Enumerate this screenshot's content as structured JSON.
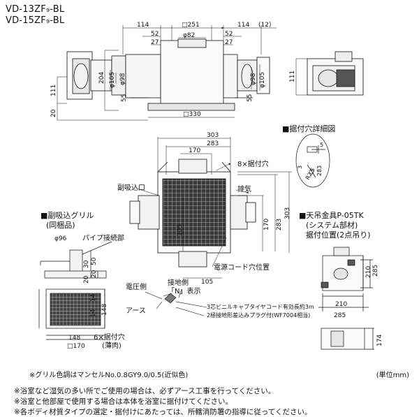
{
  "models": [
    "VD-13ZF₉-BL",
    "VD-15ZF₉-BL"
  ],
  "front_view": {
    "dims": {
      "side_left": "114",
      "top_width": "□251",
      "side_right": "114",
      "gap": "(12)",
      "side52_l": "52",
      "side52_r": "52",
      "side27_l": "27",
      "side27_r": "27",
      "center_duct": "φ82",
      "h204": "204",
      "h105": "φ105",
      "h98_l": "φ98",
      "h98_r": "φ98",
      "h105_r": "φ105",
      "h55_l": "55",
      "h55_r": "55",
      "h111": "111",
      "h20": "20",
      "bottom": "□330"
    }
  },
  "side_view": {
    "h111": "111"
  },
  "top_view": {
    "dims": {
      "w303": "303",
      "w283": "283",
      "w170": "170",
      "h170": "170",
      "h283": "283",
      "h303": "303",
      "h105": "105",
      "w105": "105"
    },
    "labels": {
      "mount_holes": "8×据付穴",
      "aux_inlet": "副吸込口",
      "exhaust": "排気",
      "cord_hole": "電源コード穴位置",
      "earth_side": "電圧側",
      "ground_side": "接地側",
      "n_mark": "「N」表示",
      "earth": "アース",
      "cord1": "3芯ビニルキャブタイヤコード有効長約3m",
      "cord2": "2極接地形差込みプラグ付(WF7004相当)"
    }
  },
  "hole_detail": {
    "title": "■据付穴詳細図",
    "dims": {
      "d5": "5",
      "d3": "3",
      "r": "R2.5",
      "d283": "283"
    }
  },
  "grille": {
    "title": "■副吸込グリル",
    "subtitle": "(同梱品)",
    "pipe_label": "パイプ接続部",
    "dims": {
      "d96": "φ96",
      "h50": "50",
      "h20a": "20",
      "h30": "30",
      "h20b": "20",
      "h14a": "14",
      "h14b": "14",
      "h148": "148",
      "w148": "148",
      "w170": "□170"
    },
    "holes": "6×据付穴",
    "holes_sub": "(薄肉)"
  },
  "hanger": {
    "title": "■天吊金具P-05TK",
    "sub1": "(システム部材)",
    "sub2": "据付位置(2点吊り)",
    "dims": {
      "h210": "210",
      "h285": "285",
      "w210": "210",
      "w285": "285",
      "h174": "174"
    }
  },
  "grille_note": "※グリル色調はマンセルNo.0.8GY9.0/0.5(近似色)",
  "unit": "(単位mm)",
  "warnings": [
    "※浴室など湿気の多い所でご使用の場合は、必ずアース工事を行ってください。",
    "※浴室と他部屋で使用する場合は本体を浴室に据付けてください。",
    "※各ボディ材質タイプの選定・据付けにあたっては、所轄消防署の指導に従ってください。"
  ]
}
